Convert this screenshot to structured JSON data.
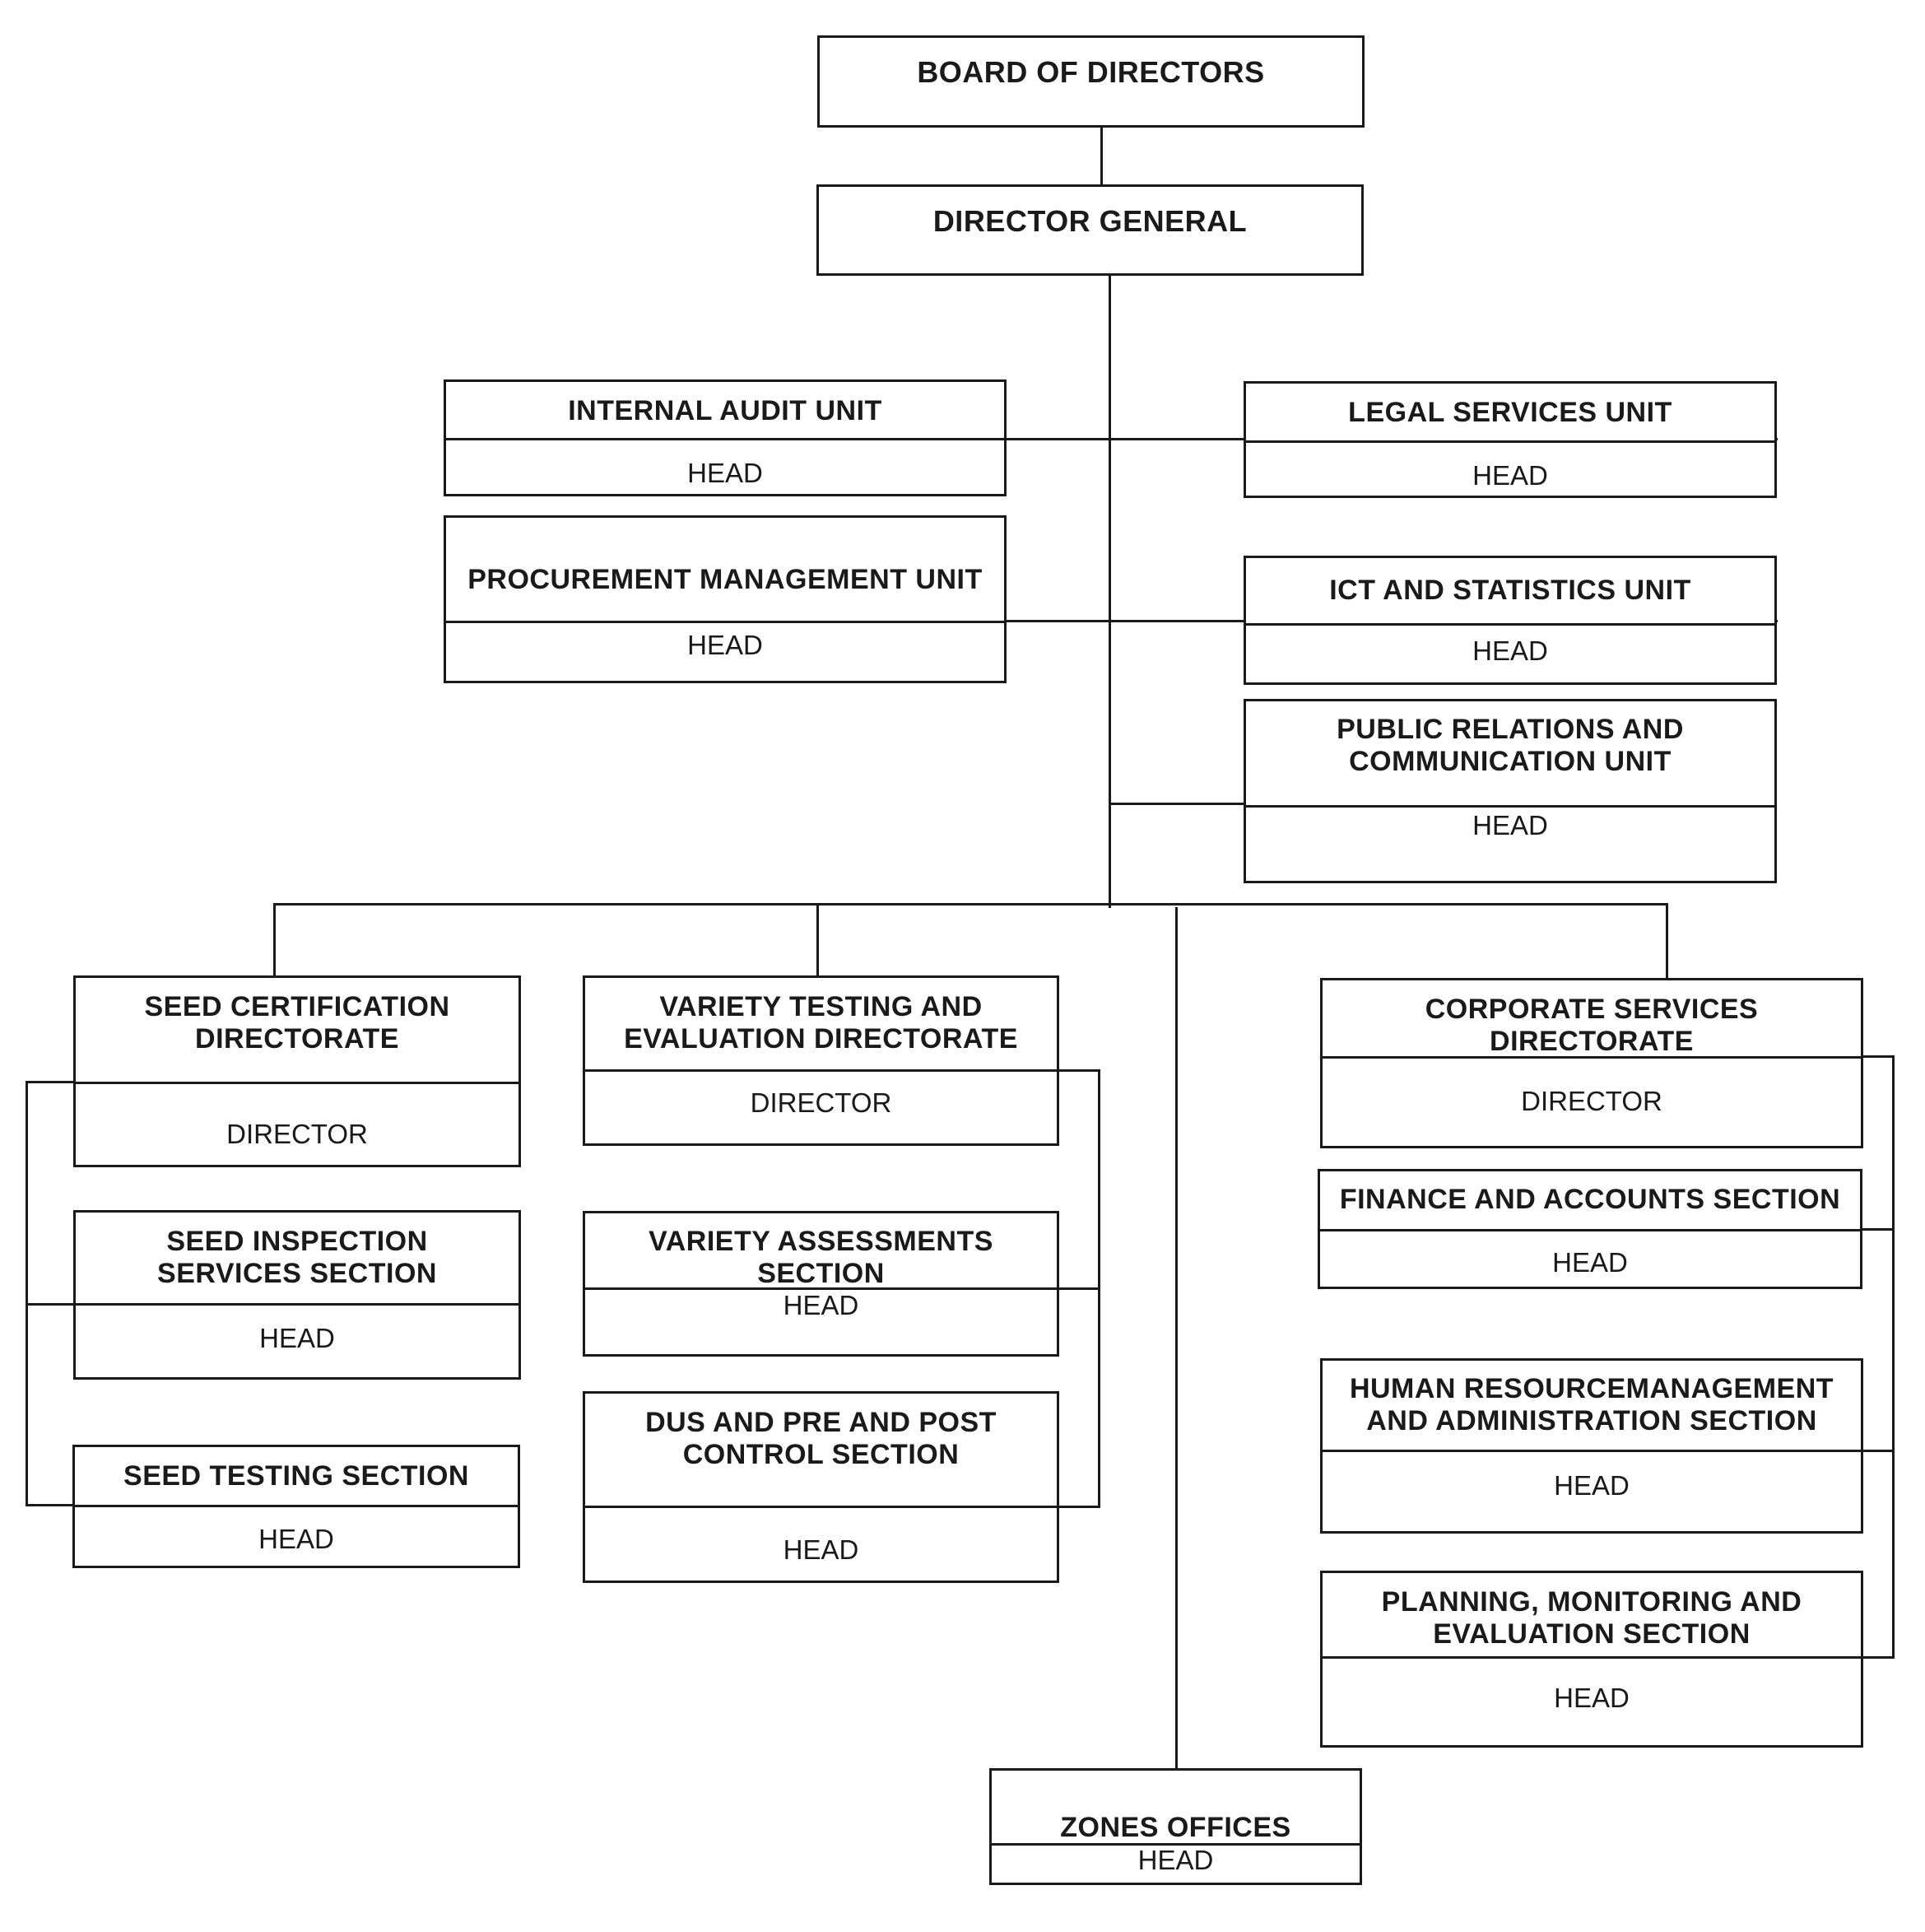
{
  "board": {
    "title": "BOARD OF DIRECTORS"
  },
  "director_general": {
    "title": "DIRECTOR GENERAL"
  },
  "units": {
    "internal_audit": {
      "title": "INTERNAL AUDIT UNIT",
      "role": "HEAD"
    },
    "procurement": {
      "title": "PROCUREMENT MANAGEMENT UNIT",
      "role": "HEAD"
    },
    "legal": {
      "title": "LEGAL SERVICES UNIT",
      "role": "HEAD"
    },
    "ict": {
      "title": "ICT AND STATISTICS UNIT",
      "role": "HEAD"
    },
    "public_relations": {
      "title_line1": "PUBLIC RELATIONS AND",
      "title_line2": "COMMUNICATION UNIT",
      "role": "HEAD"
    }
  },
  "seed_certification": {
    "directorate": {
      "title_line1": "SEED CERTIFICATION",
      "title_line2": "DIRECTORATE",
      "role": "DIRECTOR"
    },
    "inspection": {
      "title_line1": "SEED INSPECTION",
      "title_line2": "SERVICES SECTION",
      "role": "HEAD"
    },
    "testing": {
      "title": "SEED TESTING SECTION",
      "role": "HEAD"
    }
  },
  "variety_testing": {
    "directorate": {
      "title_line1": "VARIETY TESTING AND",
      "title_line2": "EVALUATION DIRECTORATE",
      "role": "DIRECTOR"
    },
    "assessments": {
      "title_line1": "VARIETY ASSESSMENTS",
      "title_line2": "SECTION",
      "role": "HEAD"
    },
    "dus": {
      "title_line1": "DUS AND PRE AND POST",
      "title_line2": "CONTROL SECTION",
      "role": "HEAD"
    }
  },
  "corporate_services": {
    "directorate": {
      "title_line1": "CORPORATE SERVICES",
      "title_line2": "DIRECTORATE",
      "role": "DIRECTOR"
    },
    "finance": {
      "title": "FINANCE AND ACCOUNTS SECTION",
      "role": "HEAD"
    },
    "hr": {
      "title_line1": "HUMAN RESOURCEMANAGEMENT",
      "title_line2": "AND ADMINISTRATION SECTION",
      "role": "HEAD"
    },
    "planning": {
      "title_line1": "PLANNING, MONITORING AND",
      "title_line2": "EVALUATION SECTION",
      "role": "HEAD"
    }
  },
  "zones": {
    "title": "ZONES OFFICES",
    "role": "HEAD"
  }
}
